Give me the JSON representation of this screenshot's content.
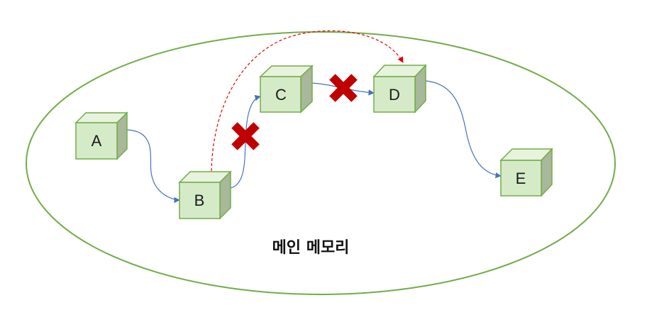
{
  "diagram": {
    "caption": "메인 메모리",
    "nodes": [
      {
        "id": "A",
        "label": "A"
      },
      {
        "id": "B",
        "label": "B"
      },
      {
        "id": "C",
        "label": "C"
      },
      {
        "id": "D",
        "label": "D"
      },
      {
        "id": "E",
        "label": "E"
      }
    ],
    "links": [
      {
        "from": "A",
        "to": "B",
        "style": "solid",
        "color": "#4472C4"
      },
      {
        "from": "B",
        "to": "C",
        "style": "solid",
        "color": "#4472C4",
        "broken": true
      },
      {
        "from": "C",
        "to": "D",
        "style": "solid",
        "color": "#4472C4",
        "broken": true
      },
      {
        "from": "D",
        "to": "E",
        "style": "solid",
        "color": "#4472C4"
      },
      {
        "from": "B",
        "to": "D",
        "style": "dashed",
        "color": "#E00000"
      }
    ],
    "colors": {
      "ellipse_stroke": "#70AD47",
      "cube_front": "#D5EBC8",
      "cube_top": "#E7F3DD",
      "cube_side": "#A9B79A",
      "cube_stroke": "#70AD47",
      "arrow": "#4472C4",
      "new_link": "#E00000",
      "cross": "#C00000"
    },
    "icons": [
      "cross-mark-icon"
    ]
  }
}
